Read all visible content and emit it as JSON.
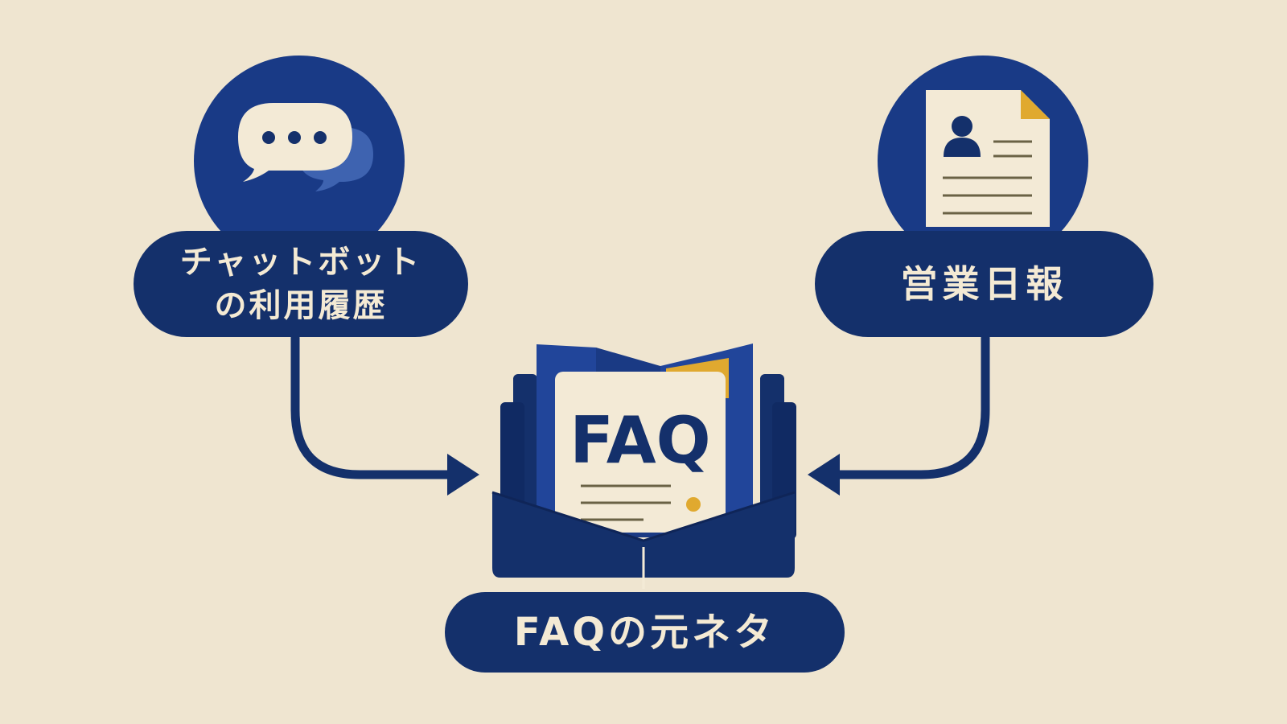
{
  "nodes": {
    "chat_history": {
      "line1": "チャットボット",
      "line2": "の利用履歴",
      "icon": "chat-bubbles-icon"
    },
    "sales_report": {
      "label": "営業日報",
      "icon": "document-person-icon"
    },
    "faq_source": {
      "label": "FAQの元ネタ",
      "book_title": "FAQ",
      "icon": "faq-book-icon"
    }
  },
  "colors": {
    "background": "#efe5d0",
    "navy": "#14306b",
    "blue": "#21459a",
    "light_blue": "#3e63b0",
    "paper": "#f3ead6",
    "gold": "#e0a92f"
  }
}
